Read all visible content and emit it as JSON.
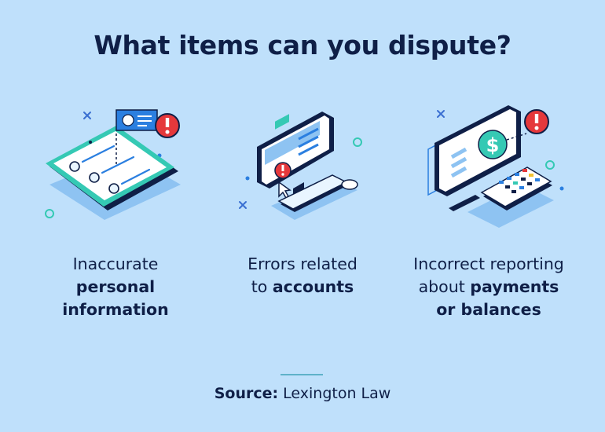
{
  "title": "What items can you dispute?",
  "items": [
    {
      "line1": "Inaccurate",
      "line2": "personal",
      "line3": "information",
      "icon": "tablet-profile-alert-icon"
    },
    {
      "line1": "Errors related",
      "line2_plain": "to ",
      "line2_bold": "accounts",
      "icon": "computer-alert-icon"
    },
    {
      "line1": "Incorrect reporting",
      "line2_plain": "about ",
      "line2_bold": "payments",
      "line3": "or balances",
      "icon": "monitor-dollar-calculator-icon"
    }
  ],
  "source": {
    "label": "Source:",
    "value": "Lexington Law"
  },
  "colors": {
    "background": "#bfe0fb",
    "navy": "#0f1f47",
    "teal": "#35c9b4",
    "blue": "#2b7fe0",
    "red": "#e5383b"
  }
}
